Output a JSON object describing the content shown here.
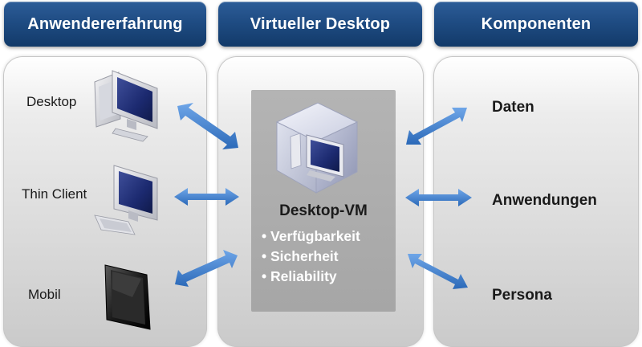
{
  "headers": {
    "user_experience": "Anwendererfahrung",
    "virtual_desktop": "Virtueller Desktop",
    "components": "Komponenten"
  },
  "devices": [
    {
      "label": "Desktop",
      "icon": "desktop-computer-icon"
    },
    {
      "label": "Thin Client",
      "icon": "thin-client-icon"
    },
    {
      "label": "Mobil",
      "icon": "tablet-icon"
    }
  ],
  "vm": {
    "title": "Desktop-VM",
    "features": [
      "Verfügbarkeit",
      "Sicherheit",
      "Reliability"
    ],
    "icon": "virtual-machine-cube-icon"
  },
  "components": [
    "Daten",
    "Anwendungen",
    "Persona"
  ],
  "colors": {
    "header_blue": "#1f4c83",
    "arrow_blue": "#3a7fd0"
  }
}
